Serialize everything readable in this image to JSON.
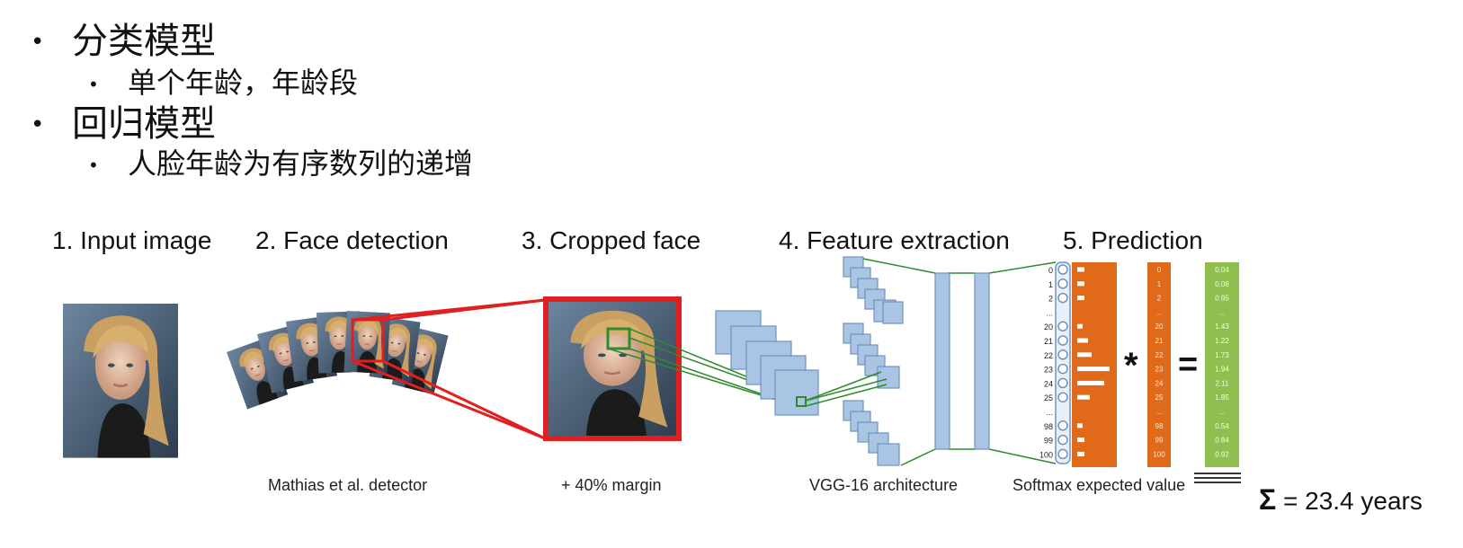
{
  "bullets": {
    "item1": "分类模型",
    "item1_sub": "单个年龄，年龄段",
    "item2": "回归模型",
    "item2_sub": "人脸年龄为有序数列的递增",
    "dot": "•"
  },
  "steps": {
    "s1": "1. Input image",
    "s2": "2. Face detection",
    "s3": "3. Cropped face",
    "s4": "4. Feature extraction",
    "s5": "5. Prediction"
  },
  "captions": {
    "detector": "Mathias et al. detector",
    "margin": "+ 40% margin",
    "vgg": "VGG-16 architecture",
    "softmax": "Softmax expected value"
  },
  "prediction": {
    "ages": [
      "0",
      "1",
      "2",
      "...",
      "20",
      "21",
      "22",
      "23",
      "24",
      "25",
      "...",
      "98",
      "99",
      "100"
    ],
    "probs": [
      "0.04",
      "0.06",
      "0.95",
      "...",
      "1.43",
      "1.22",
      "1.73",
      "1.94",
      "2.11",
      "1.85",
      "...",
      "0.54",
      "0.84",
      "0.92"
    ],
    "multiply": "*",
    "equals": "=",
    "sigma": "Σ",
    "result": "= 23.4 years"
  },
  "colors": {
    "red": "#e02020",
    "green": "#2e8b2e",
    "blue": "#aac4e4",
    "orange": "#e06a1a",
    "lime": "#8fbf4f"
  }
}
